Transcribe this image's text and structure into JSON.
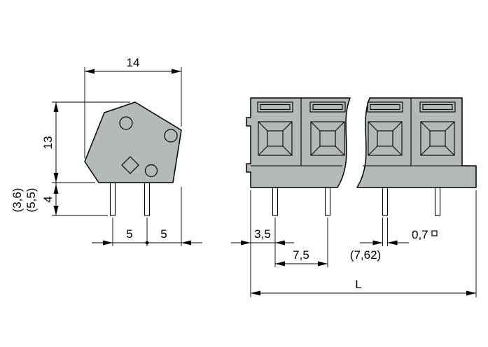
{
  "colors": {
    "body": "#b4b9b9",
    "accent_orange": "#e87e22",
    "slot_white": "#ffffff",
    "line": "#000000",
    "background": "#ffffff"
  },
  "side_view": {
    "width": "14",
    "height": "13",
    "pin_length": "4",
    "pin_length_alt_1": "(3,6)",
    "pin_length_alt_2": "(5,5)",
    "pin_spacing_1": "5",
    "pin_spacing_2": "5"
  },
  "front_view": {
    "edge_to_pin": "3,5",
    "pole_pitch": "7,5",
    "pole_pitch_alt": "(7,62)",
    "pin_width": "0,7",
    "total_length": "L"
  }
}
